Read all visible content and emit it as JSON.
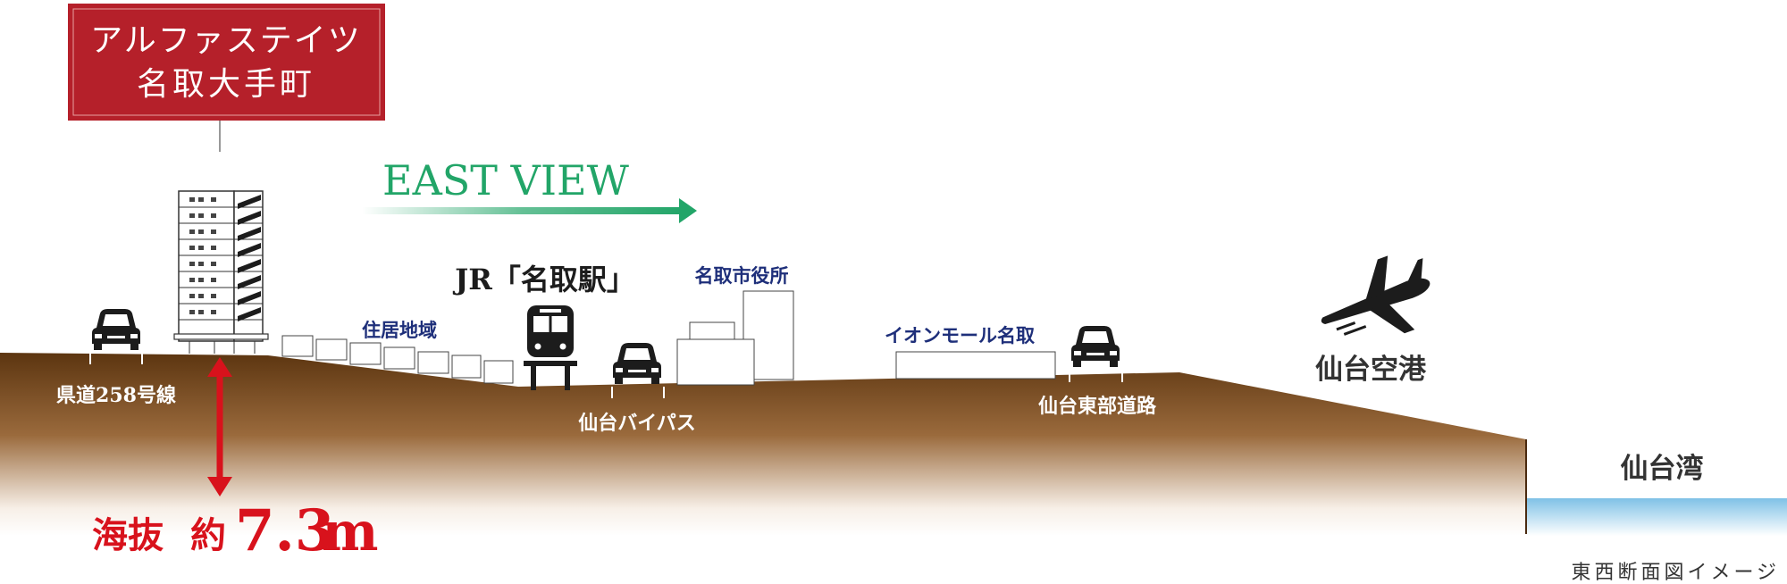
{
  "property_name_line1": "アルファステイツ",
  "property_name_line2": "名取大手町",
  "direction_label": "EAST VIEW",
  "landmarks": {
    "residential": "住居地域",
    "station": "JR「名取駅」",
    "city_hall": "名取市役所",
    "aeon": "イオンモール名取",
    "airport": "仙台空港",
    "bay": "仙台湾"
  },
  "roads": {
    "prefectural_road": "県道258号線",
    "bypass": "仙台バイパス",
    "east_road": "仙台東部道路"
  },
  "elevation": {
    "prefix": "海抜",
    "approx": "約",
    "value": "7.3",
    "unit": "m"
  },
  "caption": "東西断面図イメージ",
  "colors": {
    "title_box": "#b5202a",
    "arrow_green": "#22a568",
    "ground_brown": "#5c3510",
    "sea_blue": "#8ec9e8",
    "label_navy": "#1e2f7a",
    "elevation_red": "#d8121c"
  }
}
